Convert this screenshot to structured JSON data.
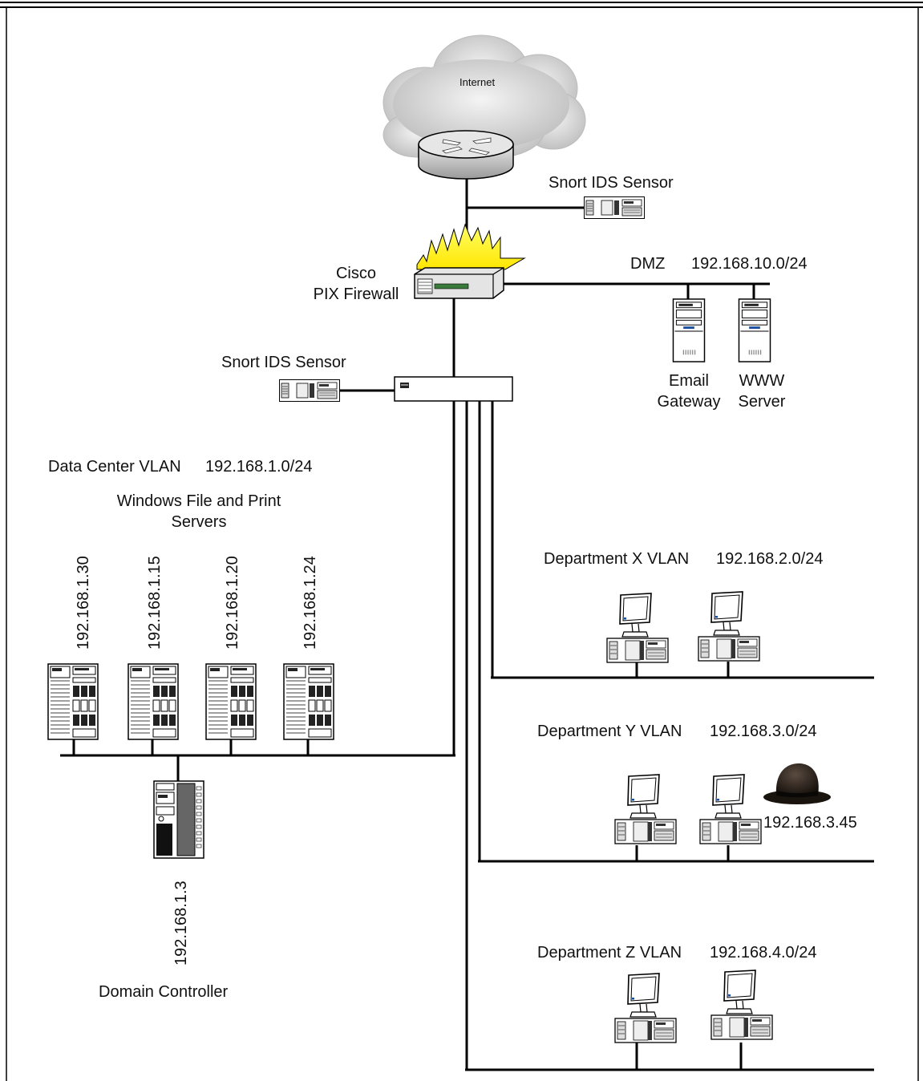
{
  "internet": {
    "label": "Internet"
  },
  "ids_top": {
    "label": "Snort IDS Sensor"
  },
  "firewall": {
    "label_line1": "Cisco",
    "label_line2": "PIX Firewall"
  },
  "dmz": {
    "name": "DMZ",
    "subnet": "192.168.10.0/24",
    "email": {
      "line1": "Email",
      "line2": "Gateway"
    },
    "www": {
      "line1": "WWW",
      "line2": "Server"
    }
  },
  "ids_mid": {
    "label": "Snort IDS Sensor"
  },
  "datacenter": {
    "name": "Data Center VLAN",
    "subnet": "192.168.1.0/24",
    "servers_title_line1": "Windows File and Print",
    "servers_title_line2": "Servers",
    "server_ips": [
      "192.168.1.30",
      "192.168.1.15",
      "192.168.1.20",
      "192.168.1.24"
    ],
    "dc_ip": "192.168.1.3",
    "dc_label": "Domain Controller"
  },
  "dept_x": {
    "name": "Department X VLAN",
    "subnet": "192.168.2.0/24"
  },
  "dept_y": {
    "name": "Department Y VLAN",
    "subnet": "192.168.3.0/24",
    "attacker_ip": "192.168.3.45"
  },
  "dept_z": {
    "name": "Department Z VLAN",
    "subnet": "192.168.4.0/24"
  }
}
